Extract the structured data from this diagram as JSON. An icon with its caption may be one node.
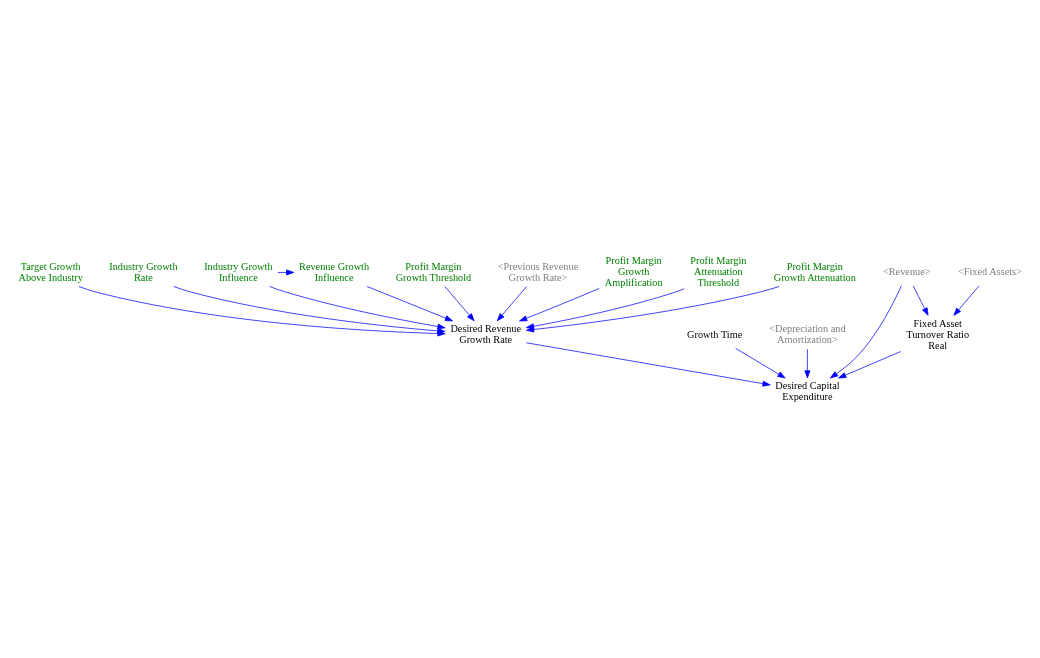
{
  "diagram": {
    "nodes": [
      {
        "text": [
          "Target Growth Above Industry"
        ]
      },
      {
        "text": [
          "Industry Growth Rate"
        ]
      },
      {
        "text": [
          "Industry Growth Influence"
        ]
      },
      {
        "text": [
          "Revenue Growth Influence"
        ]
      },
      {
        "text": [
          "Profit Margin Growth Threshold"
        ]
      },
      {
        "text": [
          "<Previous Revenue Growth Rate>"
        ]
      },
      {
        "text": [
          "Desired Revenue Growth Rate"
        ]
      },
      {
        "text": [
          "Profit Margin Growth Amplification"
        ]
      },
      {
        "text": [
          "Profit Margin Attenuation Threshold"
        ]
      },
      {
        "text": [
          "Profit Margin Growth Attenuation"
        ]
      },
      {
        "text": [
          "Growth Time"
        ]
      },
      {
        "text": [
          "Desired Capital Expenditure"
        ]
      },
      {
        "text": [
          "<Depreciation and Amortization>"
        ]
      },
      {
        "text": [
          "<Revenue>"
        ]
      },
      {
        "text": [
          "Fixed Asset Turnover Ratio Real"
        ]
      },
      {
        "text": [
          "<Fixed Assets>"
        ]
      }
    ],
    "edges": [
      {
        "from": 0,
        "to": 6,
        "arrow": "to"
      },
      {
        "from": 1,
        "to": 6,
        "arrow": "to"
      },
      {
        "from": 2,
        "to": 6,
        "arrow": "to"
      },
      {
        "from": 2,
        "to": 3,
        "arrow": "to"
      },
      {
        "from": 3,
        "to": 6,
        "arrow": "to"
      },
      {
        "from": 4,
        "to": 6,
        "arrow": "to"
      },
      {
        "from": 5,
        "to": 6,
        "arrow": "to"
      },
      {
        "from": 7,
        "to": 6,
        "arrow": "to"
      },
      {
        "from": 8,
        "to": 6,
        "arrow": "to"
      },
      {
        "from": 9,
        "to": 6,
        "arrow": "to"
      },
      {
        "from": 6,
        "to": 11,
        "arrow": "to"
      },
      {
        "from": 10,
        "to": 11,
        "arrow": "to"
      },
      {
        "from": 12,
        "to": 11,
        "arrow": "to"
      },
      {
        "from": 13,
        "to": 11,
        "arrow": "to"
      },
      {
        "from": 13,
        "to": 14,
        "arrow": "to"
      },
      {
        "from": 14,
        "to": 11,
        "arrow": "to"
      },
      {
        "from": 15,
        "to": 14,
        "arrow": "to"
      }
    ]
  }
}
